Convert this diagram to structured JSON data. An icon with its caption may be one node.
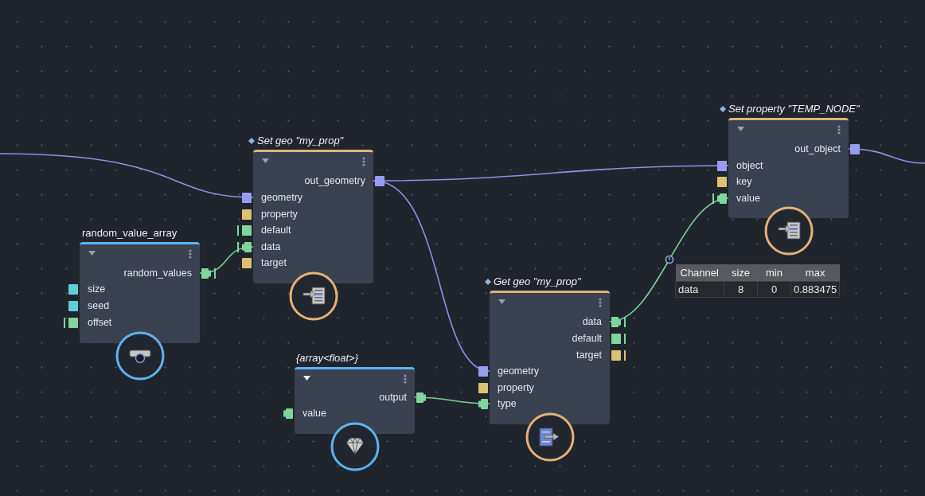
{
  "diagram": {
    "nodes": [
      {
        "text": [
          "Set property \"TEMP_NODE\"",
          "out_object",
          "object",
          "key",
          "value"
        ]
      },
      {
        "text": [
          "Set geo \"my_prop\"",
          "out_geometry",
          "geometry",
          "property",
          "default",
          "data",
          "target"
        ]
      },
      {
        "text": [
          "random_value_array",
          "random_values",
          "size",
          "seed",
          "offset"
        ]
      },
      {
        "text": [
          "Get geo \"my_prop\"",
          "data",
          "default",
          "target",
          "geometry",
          "property",
          "type"
        ]
      },
      {
        "text": [
          "{array<float>}",
          "output",
          "value"
        ]
      }
    ],
    "edges": [
      {
        "from": null,
        "to": 1,
        "arrow": "none"
      },
      {
        "from": 2,
        "to": 1,
        "arrow": "none",
        "color": "#7ccf99"
      },
      {
        "from": 1,
        "to": 0,
        "arrow": "none"
      },
      {
        "from": 1,
        "to": 3,
        "arrow": "none"
      },
      {
        "from": 4,
        "to": 3,
        "arrow": "none",
        "color": "#7ccf99"
      },
      {
        "from": 3,
        "to": 0,
        "arrow": "none",
        "color": "#7ccf99"
      },
      {
        "from": 0,
        "to": null,
        "arrow": "none"
      }
    ],
    "labels": [
      "Channel",
      "size",
      "min",
      "max",
      "data",
      "8",
      "0",
      "0.883475"
    ]
  }
}
